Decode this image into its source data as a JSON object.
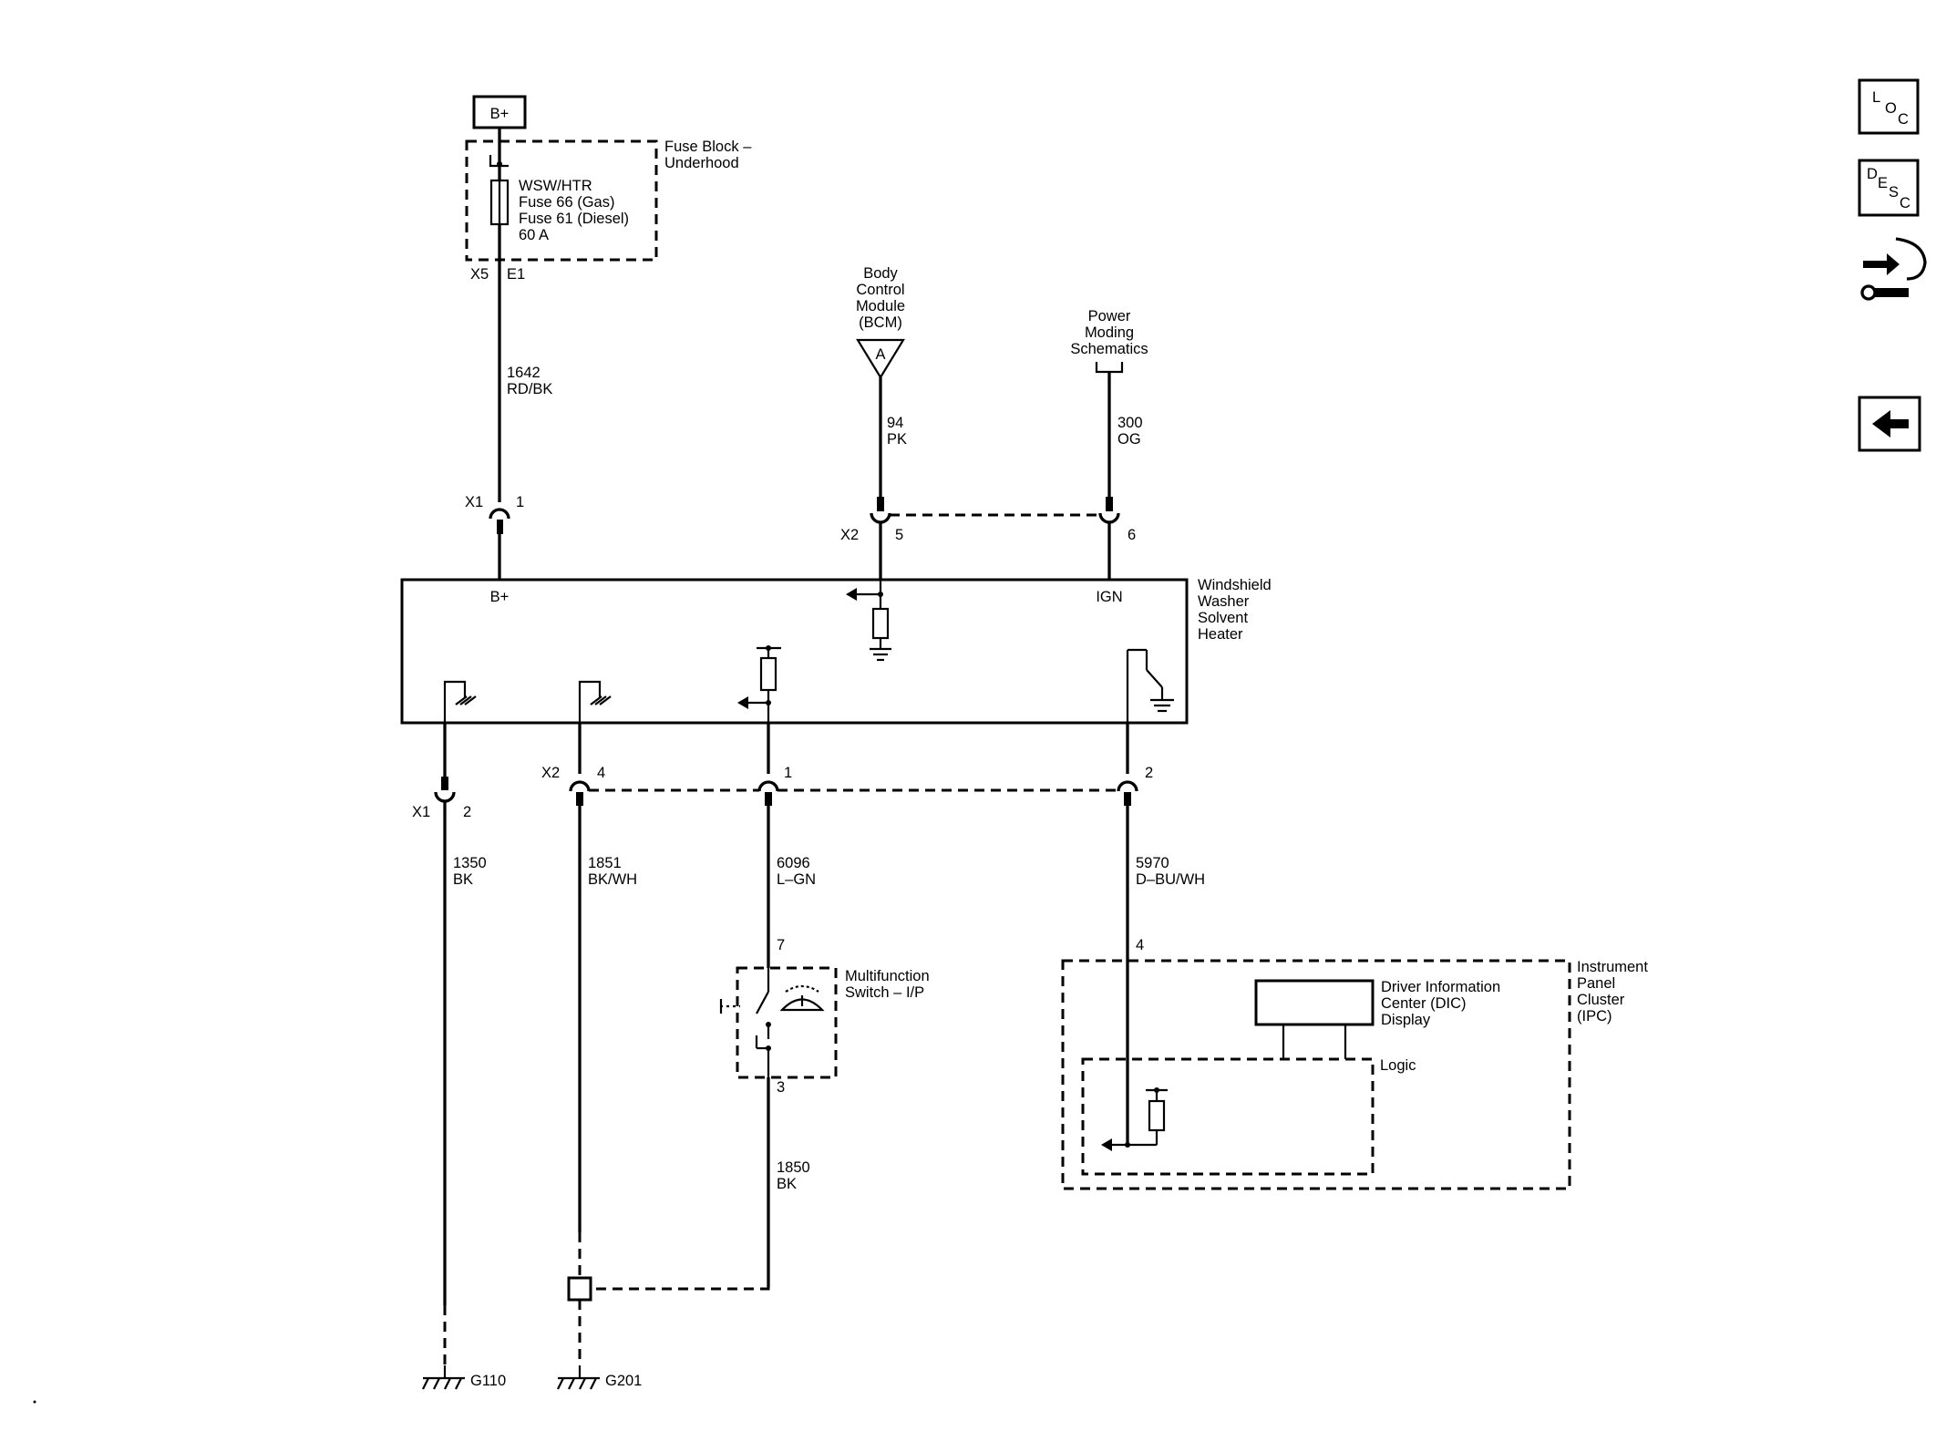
{
  "battery": "B+",
  "fuse_block": {
    "title_1": "Fuse Block –",
    "title_2": "Underhood",
    "fuse_1": "WSW/HTR",
    "fuse_2": "Fuse 66 (Gas)",
    "fuse_3": "Fuse 61 (Diesel)",
    "fuse_4": "60 A",
    "conn": "X5",
    "pin": "E1"
  },
  "wire_1642": {
    "num": "1642",
    "color": "RD/BK"
  },
  "x1_top": {
    "conn": "X1",
    "pin": "1"
  },
  "bcm": {
    "line1": "Body",
    "line2": "Control",
    "line3": "Module",
    "line4": "(BCM)",
    "ref": "A"
  },
  "wire_94": {
    "num": "94",
    "color": "PK"
  },
  "power_moding": {
    "line1": "Power",
    "line2": "Moding",
    "line3": "Schematics"
  },
  "wire_300": {
    "num": "300",
    "color": "OG"
  },
  "x2_top": {
    "conn": "X2",
    "pin_5": "5",
    "pin_6": "6"
  },
  "heater": {
    "line1": "Windshield",
    "line2": "Washer",
    "line3": "Solvent",
    "line4": "Heater",
    "bplus": "B+",
    "ign": "IGN"
  },
  "x1_bot": {
    "conn": "X1",
    "pin": "2"
  },
  "x2_bot": {
    "conn": "X2",
    "pin_4": "4",
    "pin_1": "1",
    "pin_2": "2"
  },
  "wire_1350": {
    "num": "1350",
    "color": "BK"
  },
  "wire_1851": {
    "num": "1851",
    "color": "BK/WH"
  },
  "wire_6096": {
    "num": "6096",
    "color": "L–GN"
  },
  "wire_5970": {
    "num": "5970",
    "color": "D–BU/WH"
  },
  "mfswitch": {
    "line1": "Multifunction",
    "line2": "Switch – I/P",
    "pin_7": "7",
    "pin_3": "3"
  },
  "wire_1850": {
    "num": "1850",
    "color": "BK"
  },
  "ipc": {
    "line1": "Instrument",
    "line2": "Panel",
    "line3": "Cluster",
    "line4": "(IPC)",
    "pin": "4",
    "dic_1": "Driver Information",
    "dic_2": "Center (DIC)",
    "dic_3": "Display",
    "logic": "Logic"
  },
  "grounds": {
    "g1": "G110",
    "g2": "G201"
  },
  "nav": {
    "loc": {
      "l1": "L",
      "l2": "O",
      "l3": "C"
    },
    "desc": {
      "l1": "D",
      "l2": "E",
      "l3": "S",
      "l4": "C"
    },
    "icons": [
      "connector-tool-icon",
      "back-arrow-icon"
    ]
  }
}
